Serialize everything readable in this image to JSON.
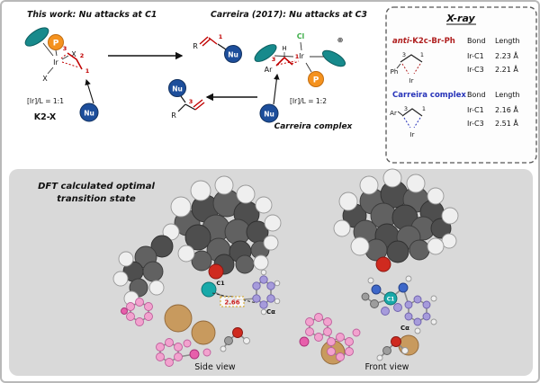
{
  "schemes": {
    "left": {
      "title": "This work: Nu attacks at C1",
      "p": "P",
      "ir": "Ir",
      "x_top": "X",
      "x_bottom": "X",
      "n1": "1",
      "n2": "2",
      "n3": "3",
      "nu": "Nu",
      "ratio": "[Ir]/L = 1:1",
      "name": "K2-X"
    },
    "product_linear": {
      "r": "R",
      "n1": "1",
      "nu": "Nu"
    },
    "product_branched": {
      "r": "R",
      "n3": "3",
      "nu": "Nu"
    },
    "right": {
      "title": "Carreira (2017): Nu attacks at C3",
      "cl": "Cl",
      "h": "H",
      "ar": "Ar",
      "p": "P",
      "ir": "Ir",
      "n1": "1",
      "n3": "3",
      "charge": "⊕",
      "nu": "Nu",
      "ratio": "[Ir]/L = 1:2",
      "name": "Carreira complex"
    }
  },
  "xray": {
    "title": "X-ray",
    "complex1": {
      "name_prefix": "anti-",
      "name_main": "K2c-Br-Ph",
      "bond_header": "Bond",
      "length_header": "Length",
      "ph": "Ph",
      "ir": "Ir",
      "n3": "3",
      "n1": "1",
      "rows": [
        {
          "bond": "Ir-C1",
          "length": "2.23 Å"
        },
        {
          "bond": "Ir-C3",
          "length": "2.21 Å"
        }
      ]
    },
    "complex2": {
      "name": "Carreira complex",
      "bond_header": "Bond",
      "length_header": "Length",
      "ar": "Ar",
      "ir": "Ir",
      "n3": "3",
      "n1": "1",
      "rows": [
        {
          "bond": "Ir-C1",
          "length": "2.16 Å"
        },
        {
          "bond": "Ir-C3",
          "length": "2.51 Å"
        }
      ]
    }
  },
  "dft": {
    "title_line1": "DFT calculated optimal",
    "title_line2": "transition state",
    "side_view": "Side view",
    "front_view": "Front view",
    "c1_side": "C1",
    "c1_front": "C1",
    "ca_side": "Cα",
    "ca_front": "Cα",
    "distance": "2.66"
  },
  "colors": {
    "allyl_red": "#c00000",
    "nu_blue": "#1d4e9b",
    "p_orange": "#f5921e",
    "olefin_teal": "#178a8c",
    "cl_green": "#3fae4a",
    "xray_name_red": "#b02020",
    "xray_name_blue": "#2733b9",
    "panel_gray": "#d9d9d9",
    "distance_red": "#cc2020"
  }
}
